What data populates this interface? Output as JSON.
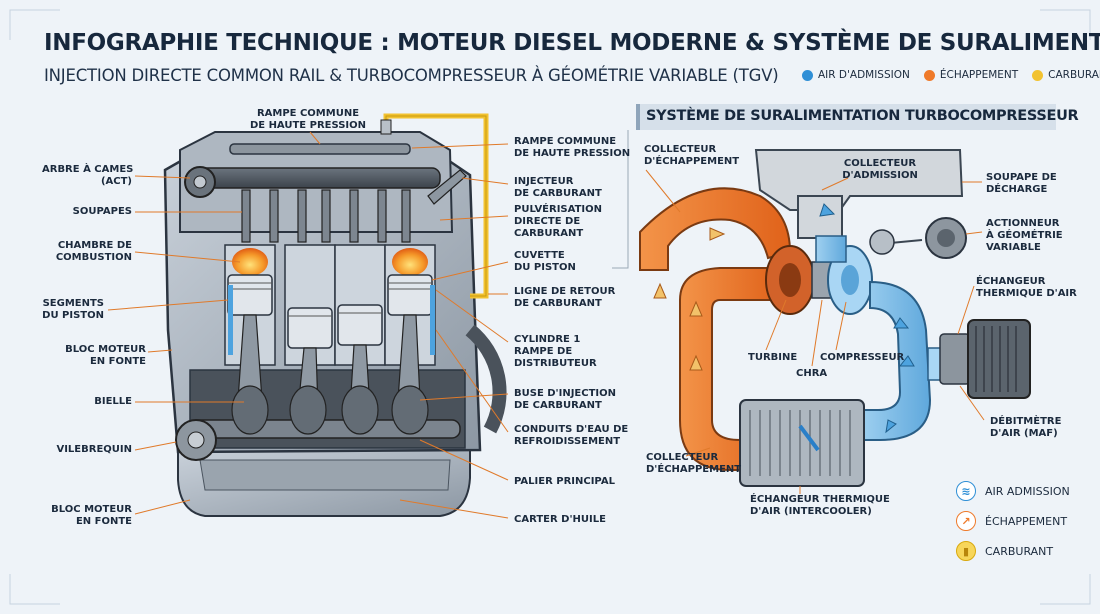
{
  "header": {
    "title": "INFOGRAPHIE TECHNIQUE : MOTEUR DIESEL MODERNE & SYSTÈME DE SURALIMENTATION",
    "subtitle": "INJECTION DIRECTE COMMON RAIL & TURBOCOMPRESSEUR À GÉOMÉTRIE VARIABLE (TGV)"
  },
  "top_legend": [
    {
      "label": "AIR D'ADMISSION",
      "color": "#2f8fd6"
    },
    {
      "label": "ÉCHAPPEMENT",
      "color": "#ef7a2a"
    },
    {
      "label": "CARBURANT",
      "color": "#f2c230"
    }
  ],
  "engine_labels_left": {
    "camshaft": "ARBRE À CAMES\n(ACT)",
    "valves": "SOUPAPES",
    "combustion": "CHAMBRE DE\nCOMBUSTION",
    "rings": "SEGMENTS\nDU PISTON",
    "block_top": "BLOC MOTEUR\nEN FONTE",
    "rod": "BIELLE",
    "crank": "VILEBREQUIN",
    "block_bottom": "BLOC MOTEUR\nEN FONTE"
  },
  "engine_labels_top": {
    "rail_top": "RAMPE COMMUNE\nDE HAUTE PRESSION"
  },
  "engine_labels_right": {
    "rail": "RAMPE COMMUNE\nDE HAUTE PRESSION",
    "injector": "INJECTEUR\nDE CARBURANT",
    "spray": "PULVÉRISATION\nDIRECTE DE\nCARBURANT",
    "bowl": "CUVETTE\nDU PISTON",
    "return_line": "LIGNE DE RETOUR\nDE CARBURANT",
    "cyl1": "CYLINDRE 1\nRAMPE DE\nDISTRIBUTEUR",
    "nozzle": "BUSE D'INJECTION\nDE CARBURANT",
    "coolant": "CONDUITS D'EAU DE\nREFROIDISSEMENT",
    "main_bearing": "PALIER PRINCIPAL",
    "oil_pan": "CARTER D'HUILE"
  },
  "turbo_panel": {
    "title": "SYSTÈME DE SURALIMENTATION TURBOCOMPRESSEUR",
    "labels": {
      "exhaust_manifold": "COLLECTEUR\nD'ÉCHAPPEMENT",
      "intake_manifold": "COLLECTEUR\nD'ADMISSION",
      "wastegate": "SOUPAPE DE\nDÉCHARGE",
      "actuator": "ACTIONNEUR\nÀ GÉOMÉTRIE\nVARIABLE",
      "intercooler_hx": "ÉCHANGEUR\nTHERMIQUE D'AIR",
      "turbine": "TURBINE",
      "compressor": "COMPRESSEUR",
      "chra": "CHRA",
      "maf": "DÉBITMÈTRE\nD'AIR (MAF)",
      "exhaust_manifold_bottom": "COLLECTEUR\nD'ÉCHAPPEMENT",
      "intercooler": "ÉCHANGEUR THERMIQUE\nD'AIR (INTERCOOLER)"
    }
  },
  "bottom_legend": [
    {
      "label": "AIR ADMISSION",
      "color": "#2f8fd6",
      "icon": "air-icon"
    },
    {
      "label": "ÉCHAPPEMENT",
      "color": "#ef7a2a",
      "icon": "exhaust-icon"
    },
    {
      "label": "CARBURANT",
      "color": "#f2c230",
      "icon": "fuel-icon"
    }
  ]
}
